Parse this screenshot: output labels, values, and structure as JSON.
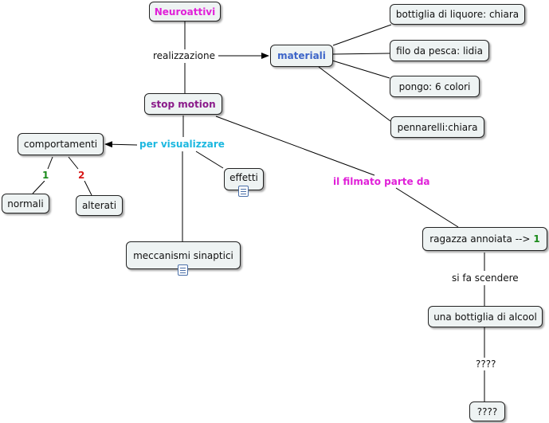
{
  "colors": {
    "magenta": "#e020d8",
    "blue": "#3c64c8",
    "purple": "#8a1a8a",
    "cyan": "#1cb8e0",
    "green": "#1a8a1a",
    "red": "#d81818"
  },
  "nodes": {
    "neuroattivi": "Neuroattivi",
    "materiali": "materiali",
    "stop_motion": "stop motion",
    "bottiglia_liquore": "bottiglia di liquore: chiara",
    "filo_pesca": "filo da pesca: lidia",
    "pongo": "pongo: 6 colori",
    "pennarelli": "pennarelli:chiara",
    "comportamenti": "comportamenti",
    "normali": "normali",
    "alterati": "alterati",
    "effetti": "effetti",
    "meccanismi": "meccanismi sinaptici",
    "ragazza_prefix": "ragazza annoiata -->",
    "ragazza_num": "1",
    "bottiglia_alcool": "una bottiglia di alcool",
    "qqqq": "????"
  },
  "links": {
    "realizzazione": "realizzazione",
    "per_visualizzare": "per visualizzare",
    "il_filmato": "il filmato parte da",
    "num_1": "1",
    "num_2": "2",
    "si_fa_scendere": "si fa scendere",
    "qqqq": "????"
  },
  "icons": {
    "effetti": "document-icon",
    "meccanismi": "document-icon"
  }
}
